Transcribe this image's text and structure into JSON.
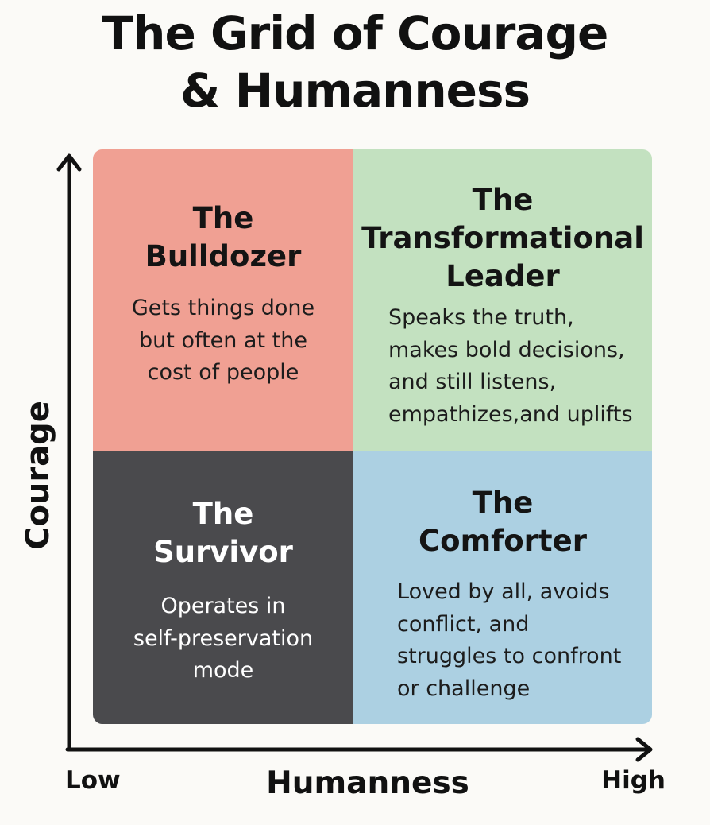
{
  "title": {
    "line1": "The Grid of Courage",
    "line2": "& Humanness"
  },
  "axes": {
    "y_label": "Courage",
    "x_label": "Humanness",
    "x_low": "Low",
    "x_high": "High"
  },
  "quadrants": {
    "bulldozer": {
      "title": [
        "The",
        "Bulldozer"
      ],
      "description": [
        "Gets things done",
        "but often at the",
        "cost of people"
      ],
      "color": "#f0a093"
    },
    "transformational_leader": {
      "title": [
        "The",
        "Transformational",
        "Leader"
      ],
      "description": [
        "Speaks the truth,",
        "makes bold decisions,",
        "and still listens,",
        "empathizes,and uplifts"
      ],
      "color": "#c3e1c0"
    },
    "survivor": {
      "title": [
        "The",
        "Survivor"
      ],
      "description": [
        "Operates in",
        "self-preservation",
        "mode"
      ],
      "color": "#4a4a4d"
    },
    "comforter": {
      "title": [
        "The",
        "Comforter"
      ],
      "description": [
        "Loved by all, avoids",
        "conflict, and",
        "struggles to confront",
        "or challenge"
      ],
      "color": "#acd0e2"
    }
  }
}
